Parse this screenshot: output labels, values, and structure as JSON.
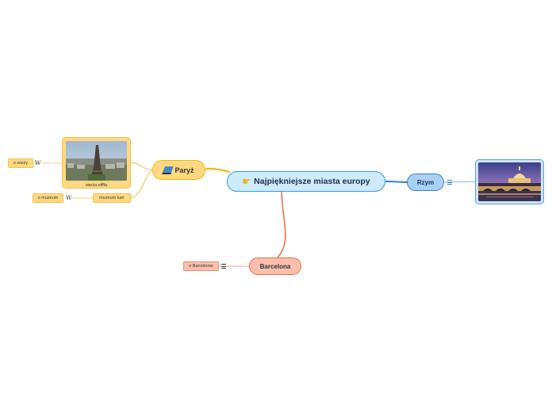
{
  "central": {
    "label": "Najpiękniejsze miasta europy",
    "icon": "pointing-hand-icon"
  },
  "branches": {
    "paris": {
      "label": "Paryż",
      "icon": "train-icon",
      "color": "#fed981",
      "border": "#f5b800"
    },
    "rome": {
      "label": "Rzym",
      "icon": "note-icon",
      "color": "#a9d1f6",
      "border": "#3b7fc4"
    },
    "barcelona": {
      "label": "Barcelona",
      "icon": "note-icon",
      "color": "#fbbfae",
      "border": "#ee6a3a"
    }
  },
  "paris_children": {
    "eiffel": {
      "caption": "wieża eiffla",
      "image": "eiffel-tower-photo"
    },
    "o_wiezy": {
      "label": "o wieży",
      "icon": "wikipedia-icon"
    },
    "muzeum": {
      "label": "muzeum luer"
    },
    "o_muzeum": {
      "label": "o muzeum",
      "icon": "wikipedia-icon"
    }
  },
  "rome_children": {
    "photo": {
      "image": "rome-vatican-night-photo"
    }
  },
  "barcelona_children": {
    "o_barcelonie": {
      "label": "o Barcelonie",
      "icon": "note-icon"
    }
  },
  "wiki_glyph": "W"
}
